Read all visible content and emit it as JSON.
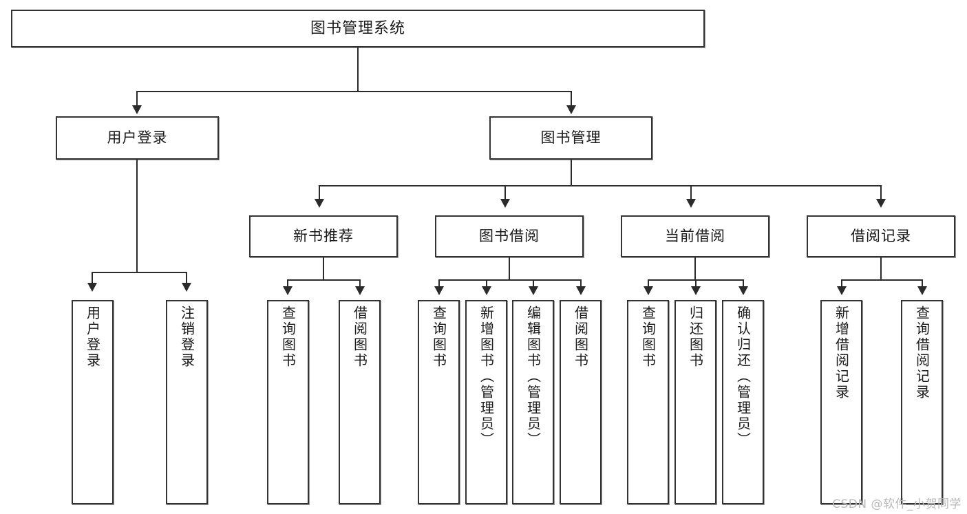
{
  "diagram": {
    "type": "tree-hierarchy",
    "title": "图书管理系统",
    "root": {
      "label": "图书管理系统"
    },
    "level2": [
      {
        "id": "user-login",
        "label": "用户登录"
      },
      {
        "id": "book-manage",
        "label": "图书管理"
      }
    ],
    "level3": [
      {
        "id": "new-book-recommend",
        "label": "新书推荐",
        "parent": "book-manage"
      },
      {
        "id": "book-borrow",
        "label": "图书借阅",
        "parent": "book-manage"
      },
      {
        "id": "current-borrow",
        "label": "当前借阅",
        "parent": "book-manage"
      },
      {
        "id": "borrow-record",
        "label": "借阅记录",
        "parent": "book-manage"
      }
    ],
    "leaves": {
      "user-login": [
        {
          "id": "leaf-user-login",
          "label": "用户登录"
        },
        {
          "id": "leaf-user-logout",
          "label": "注销登录"
        }
      ],
      "new-book-recommend": [
        {
          "id": "leaf-query-book-1",
          "label": "查询图书"
        },
        {
          "id": "leaf-borrow-book-1",
          "label": "借阅图书"
        }
      ],
      "book-borrow": [
        {
          "id": "leaf-query-book-2",
          "label": "查询图书"
        },
        {
          "id": "leaf-add-book",
          "label": "新增图书（管理员）"
        },
        {
          "id": "leaf-edit-book",
          "label": "编辑图书（管理员）"
        },
        {
          "id": "leaf-borrow-book-2",
          "label": "借阅图书"
        }
      ],
      "current-borrow": [
        {
          "id": "leaf-query-book-3",
          "label": "查询图书"
        },
        {
          "id": "leaf-return-book",
          "label": "归还图书"
        },
        {
          "id": "leaf-confirm-return",
          "label": "确认归还（管理员）"
        }
      ],
      "borrow-record": [
        {
          "id": "leaf-add-record",
          "label": "新增借阅记录"
        },
        {
          "id": "leaf-query-record",
          "label": "查询借阅记录"
        }
      ]
    }
  },
  "watermark": {
    "text": "CSDN @软件_小贺同学"
  },
  "colors": {
    "box_border": "#333333",
    "line": "#2b2b2b",
    "background": "#ffffff",
    "watermark": "#b9b9b9"
  }
}
